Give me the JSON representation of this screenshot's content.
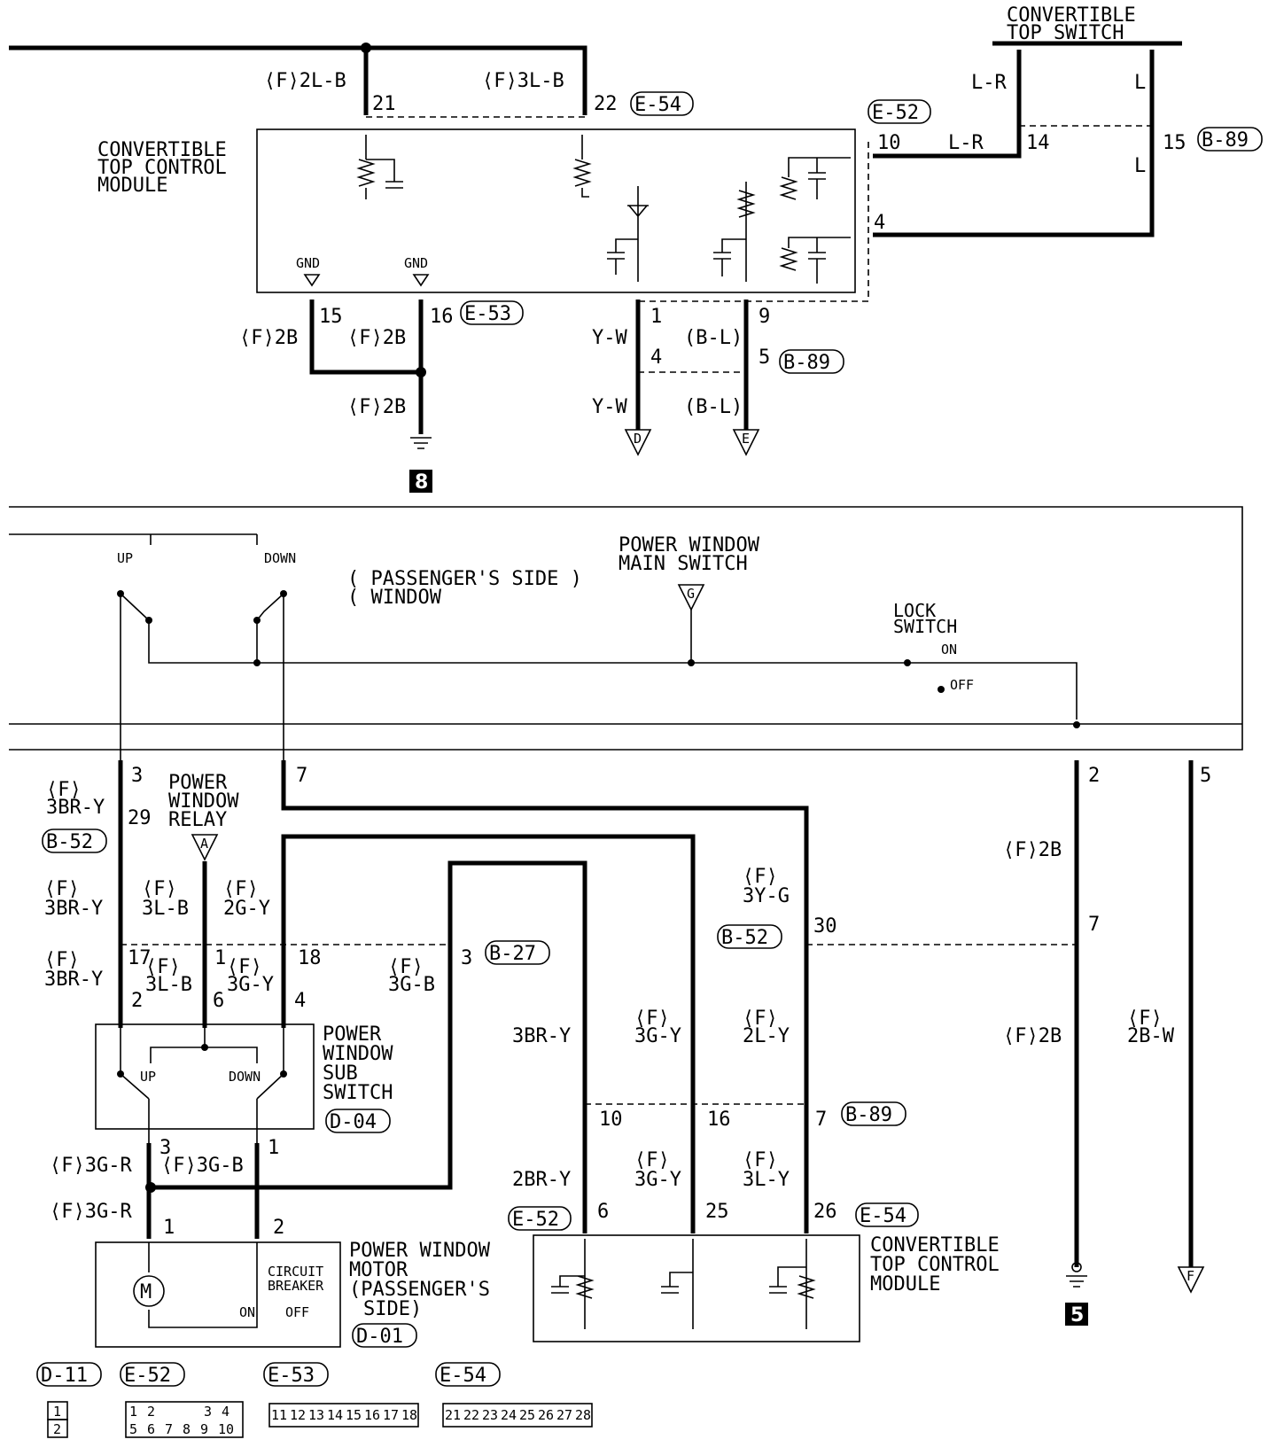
{
  "modules": {
    "ctcm_top": "CONVERTIBLE TOP CONTROL MODULE",
    "ctcm_bottom": "CONVERTIBLE TOP CONTROL MODULE",
    "top_switch": "CONVERTIBLE TOP SWITCH",
    "main_switch": "POWER WINDOW MAIN SWITCH",
    "sub_switch": "POWER WINDOW SUB SWITCH",
    "motor": "POWER WINDOW MOTOR (PASSENGER'S SIDE)",
    "relay": "POWER WINDOW RELAY",
    "lock_switch": "LOCK SWITCH",
    "circuit_breaker": "CIRCUIT BREAKER",
    "passenger_window": "( PASSENGER'S SIDE WINDOW )"
  },
  "wire_colors": [
    "(F)2L-B",
    "(F)3L-B",
    "L-R",
    "L",
    "(F)2B",
    "Y-W",
    "(B-L)",
    "(F) 3BR-Y",
    "(F) 3L-B",
    "(F) 2G-Y",
    "(F) 3G-Y",
    "(F) 3G-B",
    "(F) 3Y-G",
    "(F) 2L-Y",
    "(F) 3L-Y",
    "(F) 2B-W",
    "3BR-Y",
    "2BR-Y",
    "(F)3G-R",
    "(F)3G-B"
  ],
  "connectors": [
    "E-54",
    "E-52",
    "E-53",
    "B-89",
    "B-52",
    "B-27",
    "D-04",
    "D-01",
    "D-11"
  ],
  "labels": {
    "gnd": "GND",
    "up": "UP",
    "down": "DOWN",
    "on": "ON",
    "off": "OFF",
    "ground_8": "8",
    "ground_5": "5",
    "sym_d": "D",
    "sym_e": "E",
    "sym_f": "F",
    "sym_g": "G",
    "sym_a": "A",
    "motor_m": "M"
  },
  "connector_faces": {
    "d11": [
      "1",
      "2"
    ],
    "e52": [
      "1",
      "2",
      "3",
      "4",
      "5",
      "6",
      "7",
      "8",
      "9",
      "10"
    ],
    "e53": [
      "11",
      "12",
      "13",
      "14",
      "15",
      "16",
      "17",
      "18"
    ],
    "e54": [
      "21",
      "22",
      "23",
      "24",
      "25",
      "26",
      "27",
      "28"
    ]
  }
}
